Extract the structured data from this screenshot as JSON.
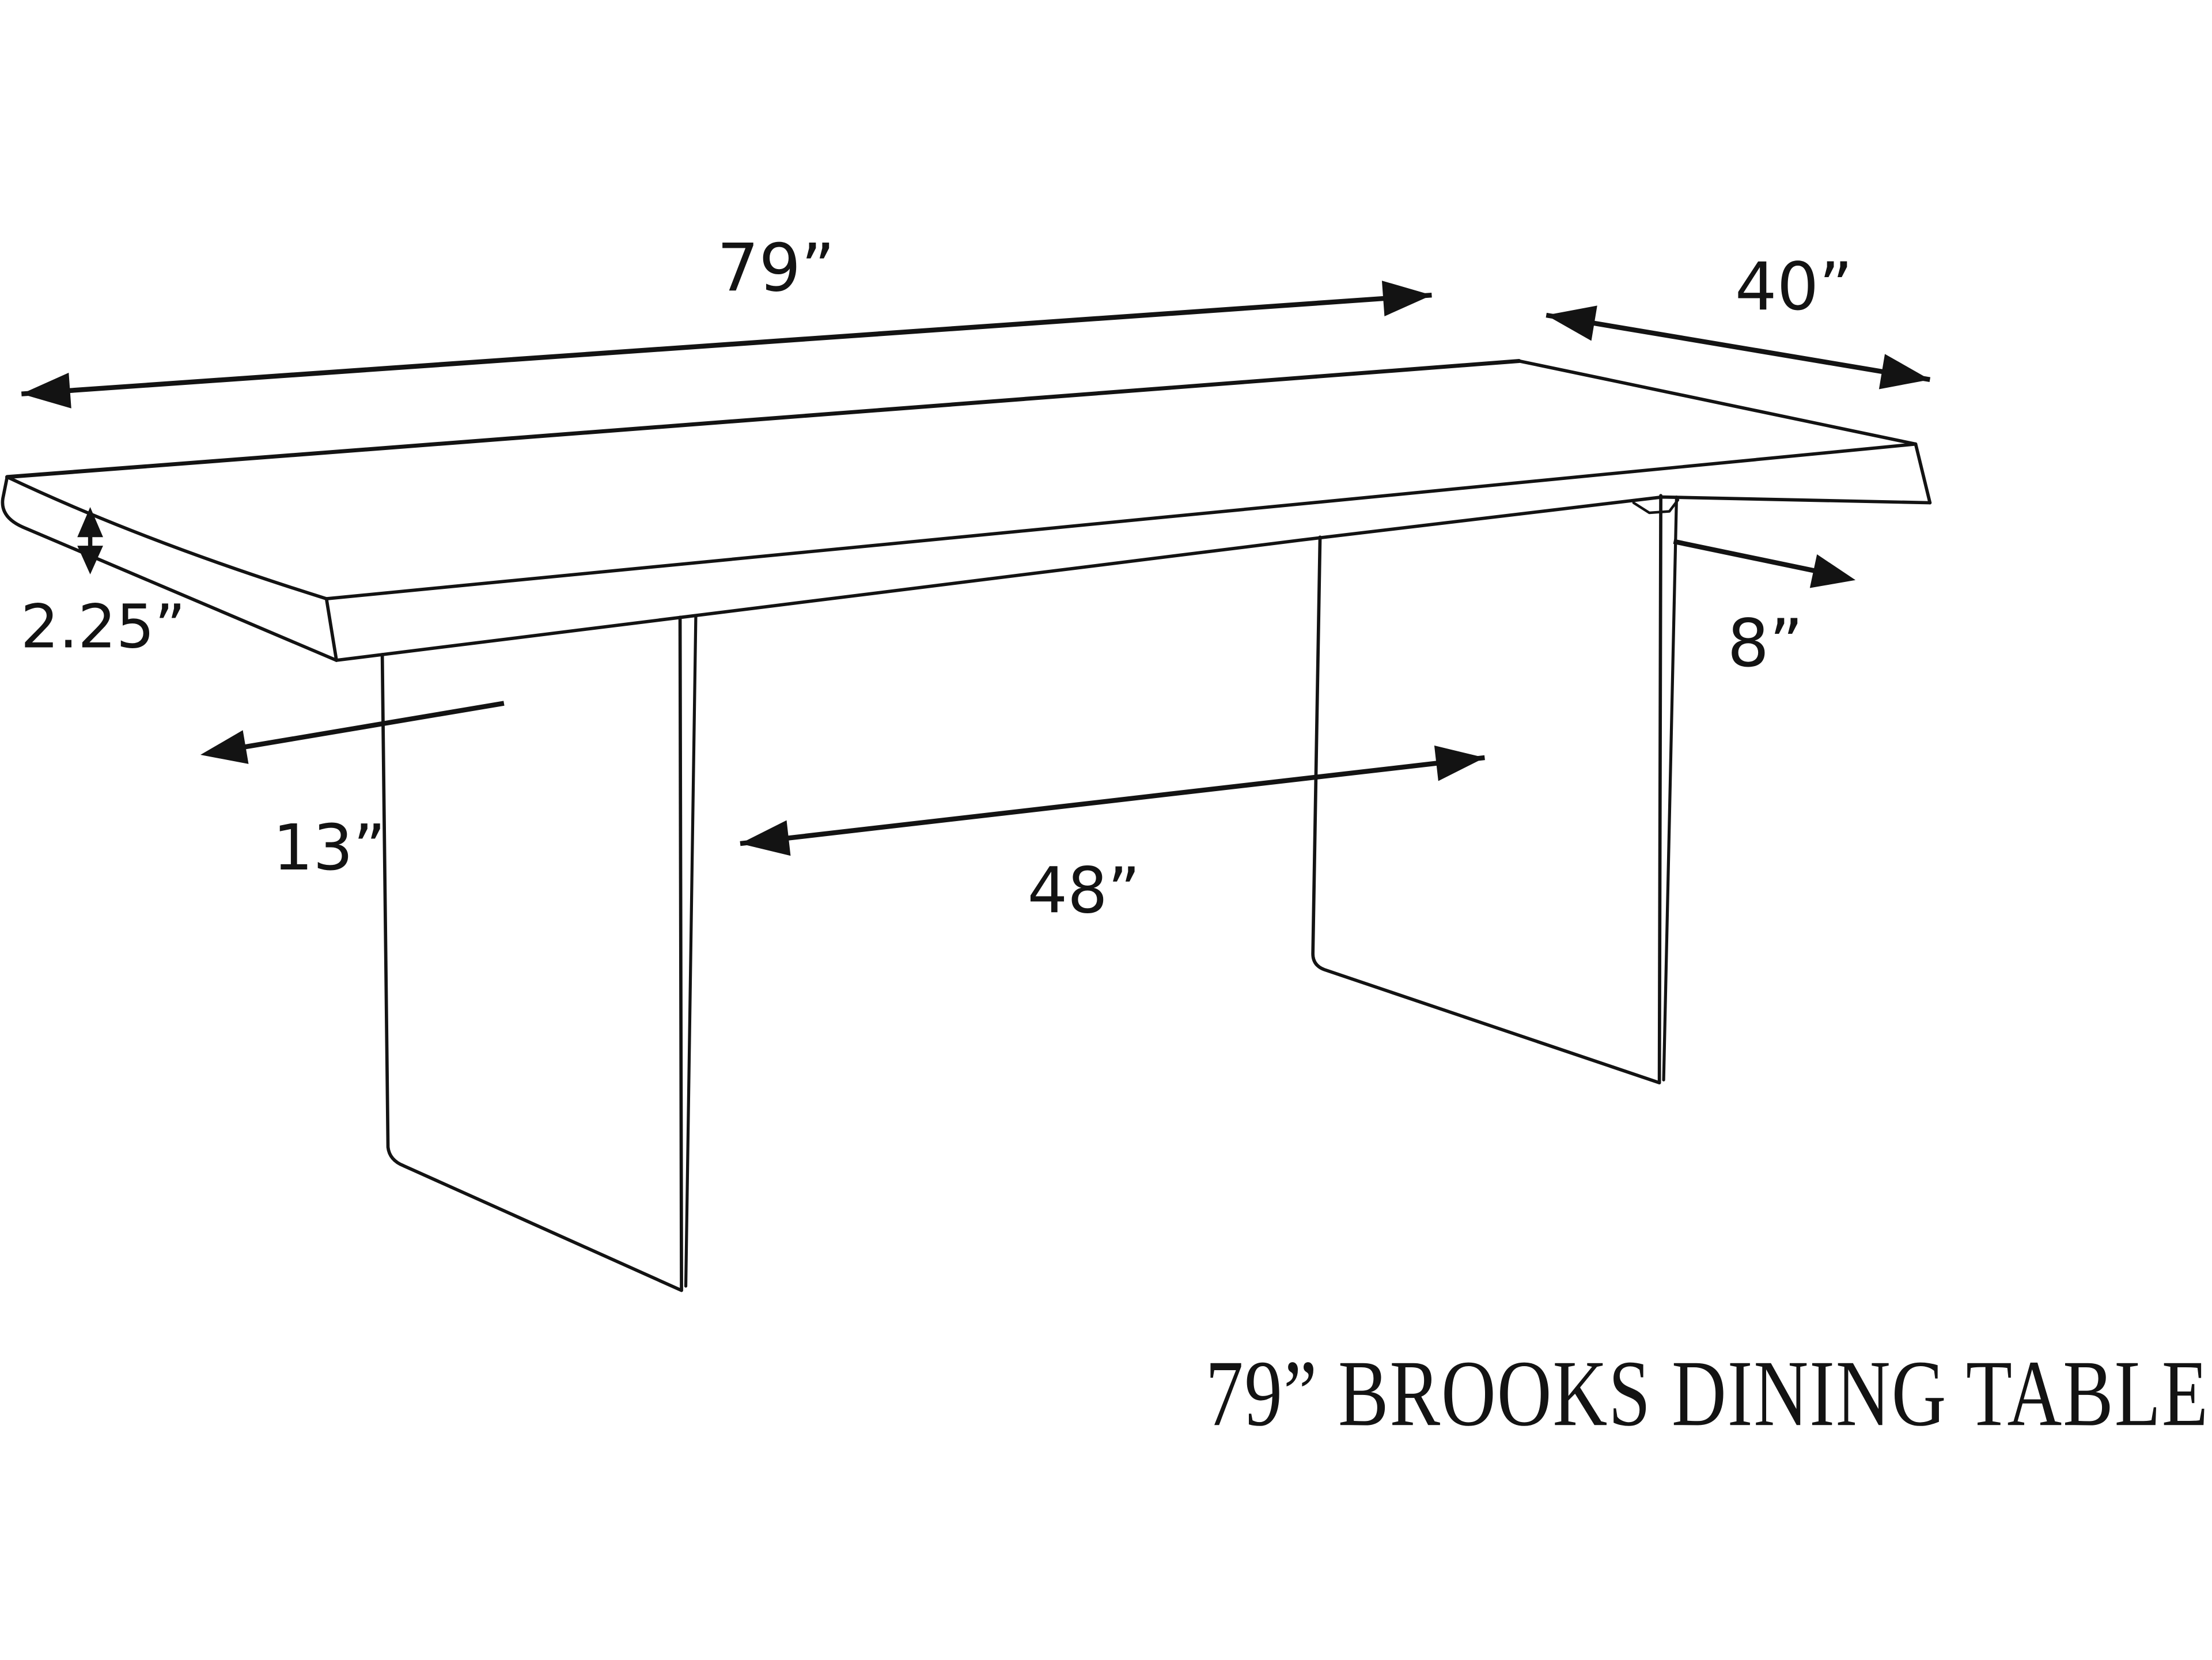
{
  "colors": {
    "background": "#ffffff",
    "ink": "#131313"
  },
  "diagram": {
    "title": "79” BROOKS DINING TABLE",
    "dimensions": {
      "table_length": "79”",
      "table_width": "40”",
      "top_thickness": "2.25”",
      "leg_inset_from_end": "13”",
      "leg_width": "8”",
      "leg_spacing": "48”"
    }
  }
}
